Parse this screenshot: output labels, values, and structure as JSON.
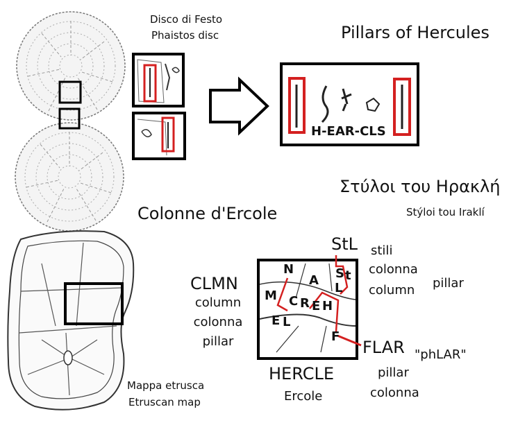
{
  "disc": {
    "caption_it": "Disco di Festo",
    "caption_en": "Phaistos disc"
  },
  "pillars": {
    "title_en": "Pillars of Hercules",
    "glyph_label": "H-EAR-CLS",
    "title_gr": "Στύλοι του Ηρακλή",
    "title_gr_translit": "Stýloi tou Iraklí",
    "title_it": "Colonne d'Ercole"
  },
  "map": {
    "caption_it": "Mappa etrusca",
    "caption_en": "Etruscan map"
  },
  "zoom_letters": [
    "N",
    "S",
    "t",
    "A",
    "L",
    "M",
    "C",
    "R",
    "E",
    "H",
    "E",
    "L",
    "F"
  ],
  "labels": {
    "stl": "StL",
    "stl_words": [
      "stili",
      "colonna",
      "column"
    ],
    "stl_pillar": "pillar",
    "clmn": "CLMN",
    "clmn_words": [
      "column",
      "colonna",
      "pillar"
    ],
    "flar": "FLAR",
    "phlar": "\"phLAR\"",
    "flar_words": [
      "pillar",
      "colonna"
    ],
    "hercle": "HERCLE",
    "ercole": "Ercole"
  },
  "colors": {
    "highlight": "#d42020",
    "frame": "#000000"
  }
}
